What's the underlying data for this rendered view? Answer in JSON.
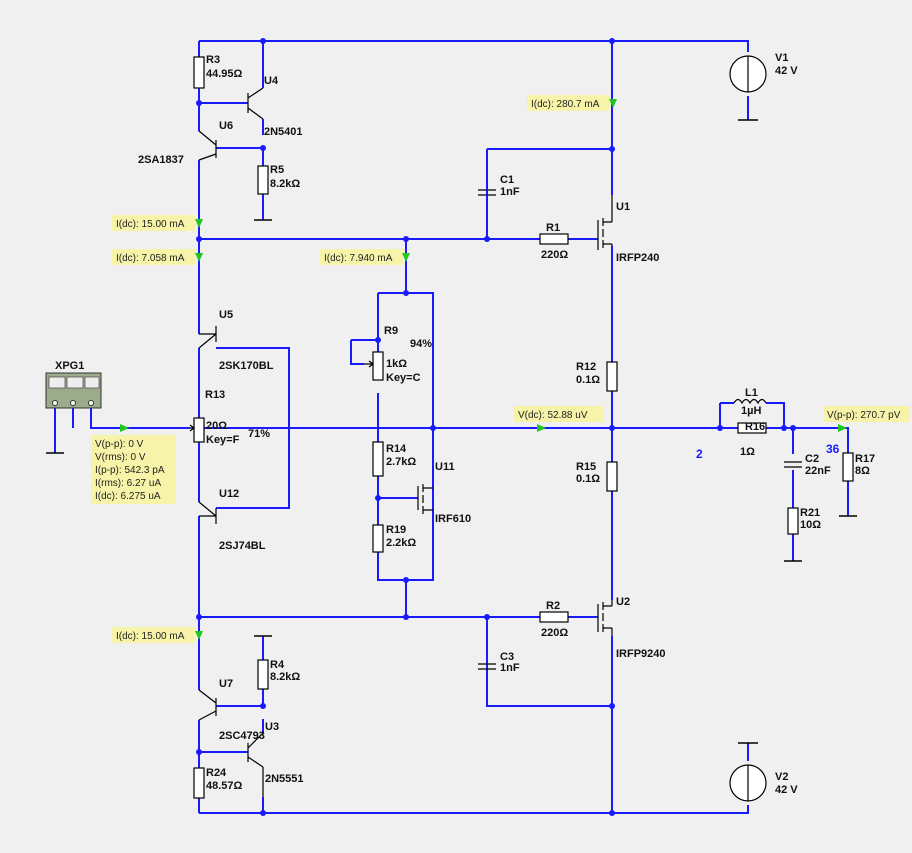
{
  "components": {
    "R3": {
      "ref": "R3",
      "value": "44.95Ω"
    },
    "U4": {
      "ref": "U4",
      "part": "2N5401"
    },
    "U6": {
      "ref": "U6",
      "part": "2SA1837"
    },
    "R5": {
      "ref": "R5",
      "value": "8.2kΩ"
    },
    "U5": {
      "ref": "U5",
      "part": "2SK170BL"
    },
    "R13": {
      "ref": "R13",
      "value": "20Ω",
      "key": "Key=F",
      "pct": "71%"
    },
    "U12": {
      "ref": "U12",
      "part": "2SJ74BL"
    },
    "R9": {
      "ref": "R9",
      "value": "1kΩ",
      "key": "Key=C",
      "pct": "94%"
    },
    "R14": {
      "ref": "R14",
      "value": "2.7kΩ"
    },
    "U11": {
      "ref": "U11",
      "part": "IRF610"
    },
    "R19": {
      "ref": "R19",
      "value": "2.2kΩ"
    },
    "C1": {
      "ref": "C1",
      "value": "1nF"
    },
    "R1": {
      "ref": "R1",
      "value": "220Ω"
    },
    "U1": {
      "ref": "U1",
      "part": "IRFP240"
    },
    "R12": {
      "ref": "R12",
      "value": "0.1Ω"
    },
    "R15": {
      "ref": "R15",
      "value": "0.1Ω"
    },
    "R2": {
      "ref": "R2",
      "value": "220Ω"
    },
    "U2": {
      "ref": "U2",
      "part": "IRFP9240"
    },
    "C3": {
      "ref": "C3",
      "value": "1nF"
    },
    "R4": {
      "ref": "R4",
      "value": "8.2kΩ"
    },
    "U7": {
      "ref": "U7",
      "part": "2SC4793"
    },
    "U3": {
      "ref": "U3",
      "part": "2N5551"
    },
    "R24": {
      "ref": "R24",
      "value": "48.57Ω"
    },
    "L1": {
      "ref": "L1",
      "value": "1µH"
    },
    "R16": {
      "ref": "R16",
      "value": "1Ω"
    },
    "C2": {
      "ref": "C2",
      "value": "22nF"
    },
    "R21": {
      "ref": "R21",
      "value": "10Ω"
    },
    "R17": {
      "ref": "R17",
      "value": "8Ω"
    },
    "V1": {
      "ref": "V1",
      "value": "42 V"
    },
    "V2": {
      "ref": "V2",
      "value": "42 V"
    },
    "XPG1": {
      "ref": "XPG1"
    }
  },
  "nets": {
    "n2": "2",
    "n36": "36"
  },
  "probes": {
    "p_i_u1": "I(dc): 280.7 mA",
    "p_i_r5": "I(dc): 15.00 mA",
    "p_i_u5": "I(dc): 7.058 mA",
    "p_i_r9": "I(dc): 7.940 mA",
    "p_v_out": "V(dc): 52.88 uV",
    "p_vpp_load": "V(p-p): 270.7 pV",
    "p_i_u7": "I(dc): 15.00 mA",
    "xpg": [
      "V(p-p): 0 V",
      "V(rms): 0 V",
      "I(p-p): 542.3 pA",
      "I(rms): 6.27 uA",
      "I(dc): 6.275 uA"
    ]
  }
}
